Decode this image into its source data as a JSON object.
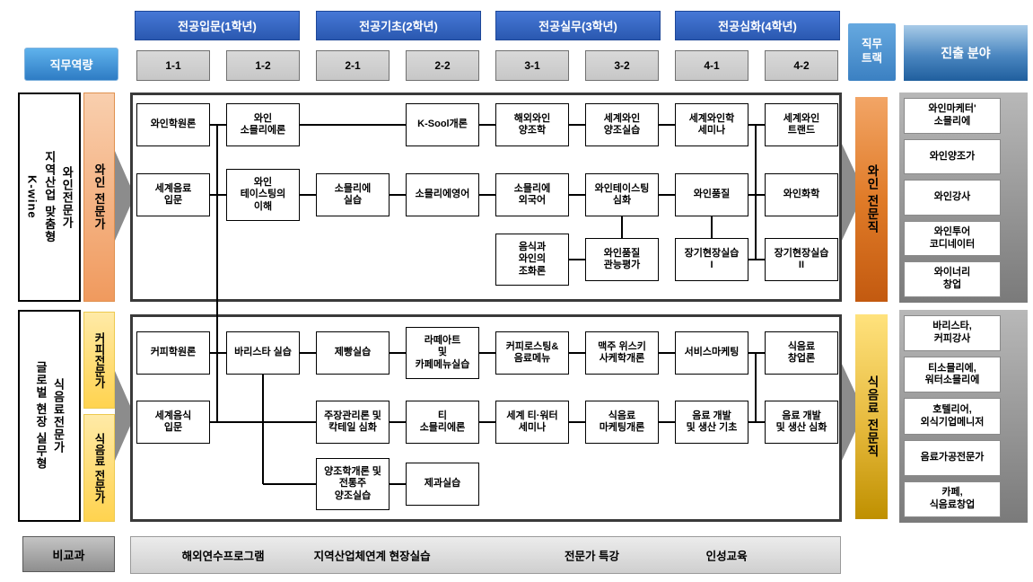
{
  "labels": {
    "competency": "직무역량",
    "job_track": "직무\n트랙",
    "career_field": "진출 분야",
    "extracurricular": "비교과"
  },
  "phases": [
    {
      "label": "전공입문(1학년)",
      "semesters": [
        "1-1",
        "1-2"
      ]
    },
    {
      "label": "전공기초(2학년)",
      "semesters": [
        "2-1",
        "2-2"
      ]
    },
    {
      "label": "전공실무(3학년)",
      "semesters": [
        "3-1",
        "3-2"
      ]
    },
    {
      "label": "전공심화(4학년)",
      "semesters": [
        "4-1",
        "4-2"
      ]
    }
  ],
  "left_panel": {
    "wine_group": "와인전문가\n지역산업 맞춤형\nK-wine",
    "wine_expert_track": "와인 전문가",
    "food_group": "식음료전문가\n글로벌 현장 실무형",
    "coffee_expert_track": "커피전문가",
    "beverage_expert_track": "식음료 전문가"
  },
  "right_panel": {
    "wine_job_track": "와인 전문직",
    "food_job_track": "식음료 전문직",
    "wine_careers": [
      "와인마케터'\n소믈리에",
      "와인양조가",
      "와인강사",
      "와인투어\n코디네이터",
      "와이너리\n창업"
    ],
    "food_careers": [
      "바리스타,\n커피강사",
      "티소믈리에,\n워터소믈리에",
      "호텔리어,\n외식기업메니저",
      "음료가공전문가",
      "카페,\n식음료창업"
    ]
  },
  "sections": {
    "wine": {
      "courses": [
        {
          "label": "와인학원론",
          "sem": 0,
          "row": 0
        },
        {
          "label": "와인\n소믈리에론",
          "sem": 1,
          "row": 0
        },
        {
          "label": "K-Sool개론",
          "sem": 3,
          "row": 0
        },
        {
          "label": "해외와인\n양조학",
          "sem": 4,
          "row": 0
        },
        {
          "label": "세계와인\n양조실습",
          "sem": 5,
          "row": 0
        },
        {
          "label": "세계와인학\n세미나",
          "sem": 6,
          "row": 0
        },
        {
          "label": "세계와인\n트랜드",
          "sem": 7,
          "row": 0
        },
        {
          "label": "세계음료\n입문",
          "sem": 0,
          "row": 1
        },
        {
          "label": "와인\n테이스팅의\n이해",
          "sem": 1,
          "row": 1,
          "tall": true
        },
        {
          "label": "소믈리에\n실습",
          "sem": 2,
          "row": 1
        },
        {
          "label": "소믈리에영어",
          "sem": 3,
          "row": 1
        },
        {
          "label": "소믈리에\n외국어",
          "sem": 4,
          "row": 1
        },
        {
          "label": "와인테이스팅\n심화",
          "sem": 5,
          "row": 1
        },
        {
          "label": "와인품질",
          "sem": 6,
          "row": 1
        },
        {
          "label": "와인화학",
          "sem": 7,
          "row": 1
        },
        {
          "label": "음식과\n와인의\n조화론",
          "sem": 4,
          "row": 2,
          "tall": true
        },
        {
          "label": "와인품질\n관능평가",
          "sem": 5,
          "row": 2
        },
        {
          "label": "장기현장실습\nI",
          "sem": 6,
          "row": 2
        },
        {
          "label": "장기현장실습\nII",
          "sem": 7,
          "row": 2
        }
      ]
    },
    "food": {
      "courses": [
        {
          "label": "커피학원론",
          "sem": 0,
          "row": 0
        },
        {
          "label": "바리스타 실습",
          "sem": 1,
          "row": 0
        },
        {
          "label": "제빵실습",
          "sem": 2,
          "row": 0
        },
        {
          "label": "라떼아트\n및\n카페메뉴실습",
          "sem": 3,
          "row": 0,
          "tall": true
        },
        {
          "label": "커피로스팅&\n음료메뉴",
          "sem": 4,
          "row": 0
        },
        {
          "label": "맥주 위스키\n사케학개론",
          "sem": 5,
          "row": 0
        },
        {
          "label": "서비스마케팅",
          "sem": 6,
          "row": 0
        },
        {
          "label": "식음료\n창업론",
          "sem": 7,
          "row": 0
        },
        {
          "label": "세계음식\n입문",
          "sem": 0,
          "row": 1
        },
        {
          "label": "주장관리론 및\n칵테일 심화",
          "sem": 2,
          "row": 1
        },
        {
          "label": "티\n소믈리에론",
          "sem": 3,
          "row": 1
        },
        {
          "label": "세계 티·워터\n세미나",
          "sem": 4,
          "row": 1
        },
        {
          "label": "식음료\n마케팅개론",
          "sem": 5,
          "row": 1
        },
        {
          "label": "음료 개발\n및 생산 기초",
          "sem": 6,
          "row": 1
        },
        {
          "label": "음료 개발\n및 생산 심화",
          "sem": 7,
          "row": 1
        },
        {
          "label": "양조학개론 및\n전통주\n양조실습",
          "sem": 2,
          "row": 2,
          "tall": true
        },
        {
          "label": "제과실습",
          "sem": 3,
          "row": 2
        }
      ]
    }
  },
  "bottom_bar": {
    "items": [
      "해외연수프로그램",
      "지역산업체연계 현장실습",
      "전문가 특강",
      "인성교육"
    ]
  },
  "colors": {
    "header_blue": "#2f5fb8",
    "accent_blue": "#3b80c2",
    "wine_orange": "#e07b28",
    "food_gold": "#d9a514",
    "frame_gray": "#3a3a3a"
  }
}
